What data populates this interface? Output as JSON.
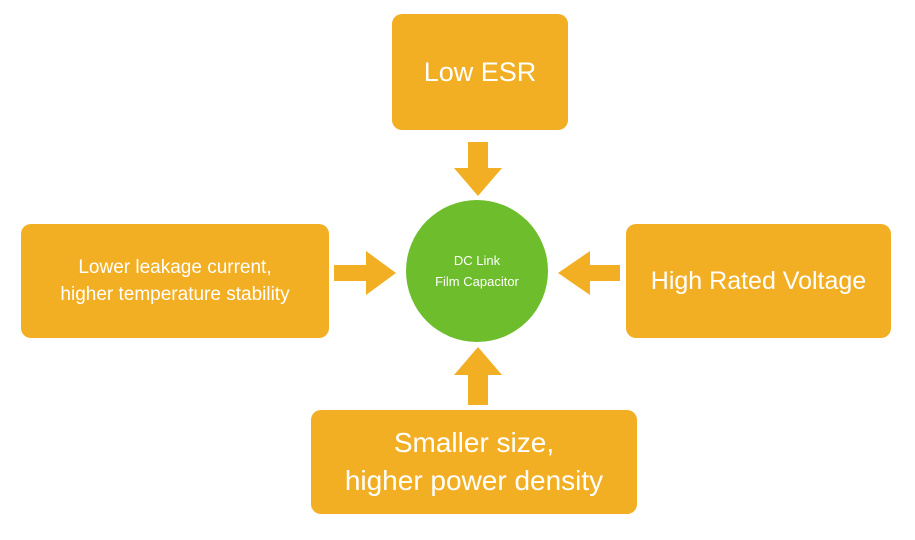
{
  "diagram": {
    "center": {
      "lines": [
        "DC Link",
        "Film Capacitor"
      ]
    },
    "top": {
      "lines": [
        "Low ESR"
      ]
    },
    "left": {
      "lines": [
        "Lower leakage current,",
        "higher temperature stability"
      ]
    },
    "right": {
      "lines": [
        "High Rated Voltage"
      ]
    },
    "bottom": {
      "lines": [
        "Smaller size,",
        "higher power density"
      ]
    }
  },
  "colors": {
    "box": "#F2AF23",
    "circle": "#6DBD2C",
    "text": "#ffffff"
  }
}
